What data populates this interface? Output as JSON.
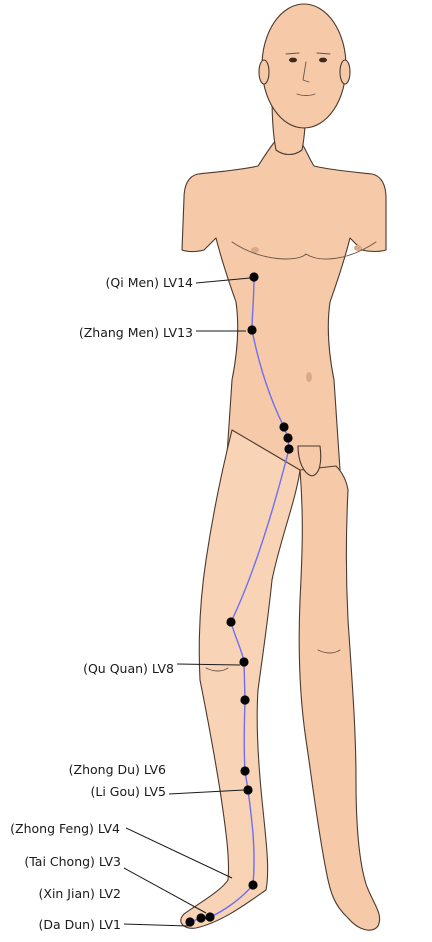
{
  "points": [
    {
      "id": "LV14",
      "label": "(Qi Men) LV14"
    },
    {
      "id": "LV13",
      "label": "(Zhang Men) LV13"
    },
    {
      "id": "LV12",
      "label": ""
    },
    {
      "id": "LV11",
      "label": ""
    },
    {
      "id": "LV10",
      "label": ""
    },
    {
      "id": "LV9",
      "label": ""
    },
    {
      "id": "LV8",
      "label": "(Qu Quan) LV8"
    },
    {
      "id": "LV7",
      "label": ""
    },
    {
      "id": "LV6",
      "label": "(Zhong Du) LV6"
    },
    {
      "id": "LV5",
      "label": "(Li Gou)  LV5"
    },
    {
      "id": "LV4",
      "label": "(Zhong Feng) LV4"
    },
    {
      "id": "LV3",
      "label": "(Tai Chong)  LV3"
    },
    {
      "id": "LV2",
      "label": "(Xin Jian) LV2"
    },
    {
      "id": "LV1",
      "label": "(Da Dun) LV1"
    }
  ],
  "colors": {
    "skin": "#f6c9a8",
    "skin_outline": "#4a3a30",
    "meridian_line": "#6f6ff0",
    "acupoint": "#050505",
    "label_text": "#1a1a1a"
  }
}
